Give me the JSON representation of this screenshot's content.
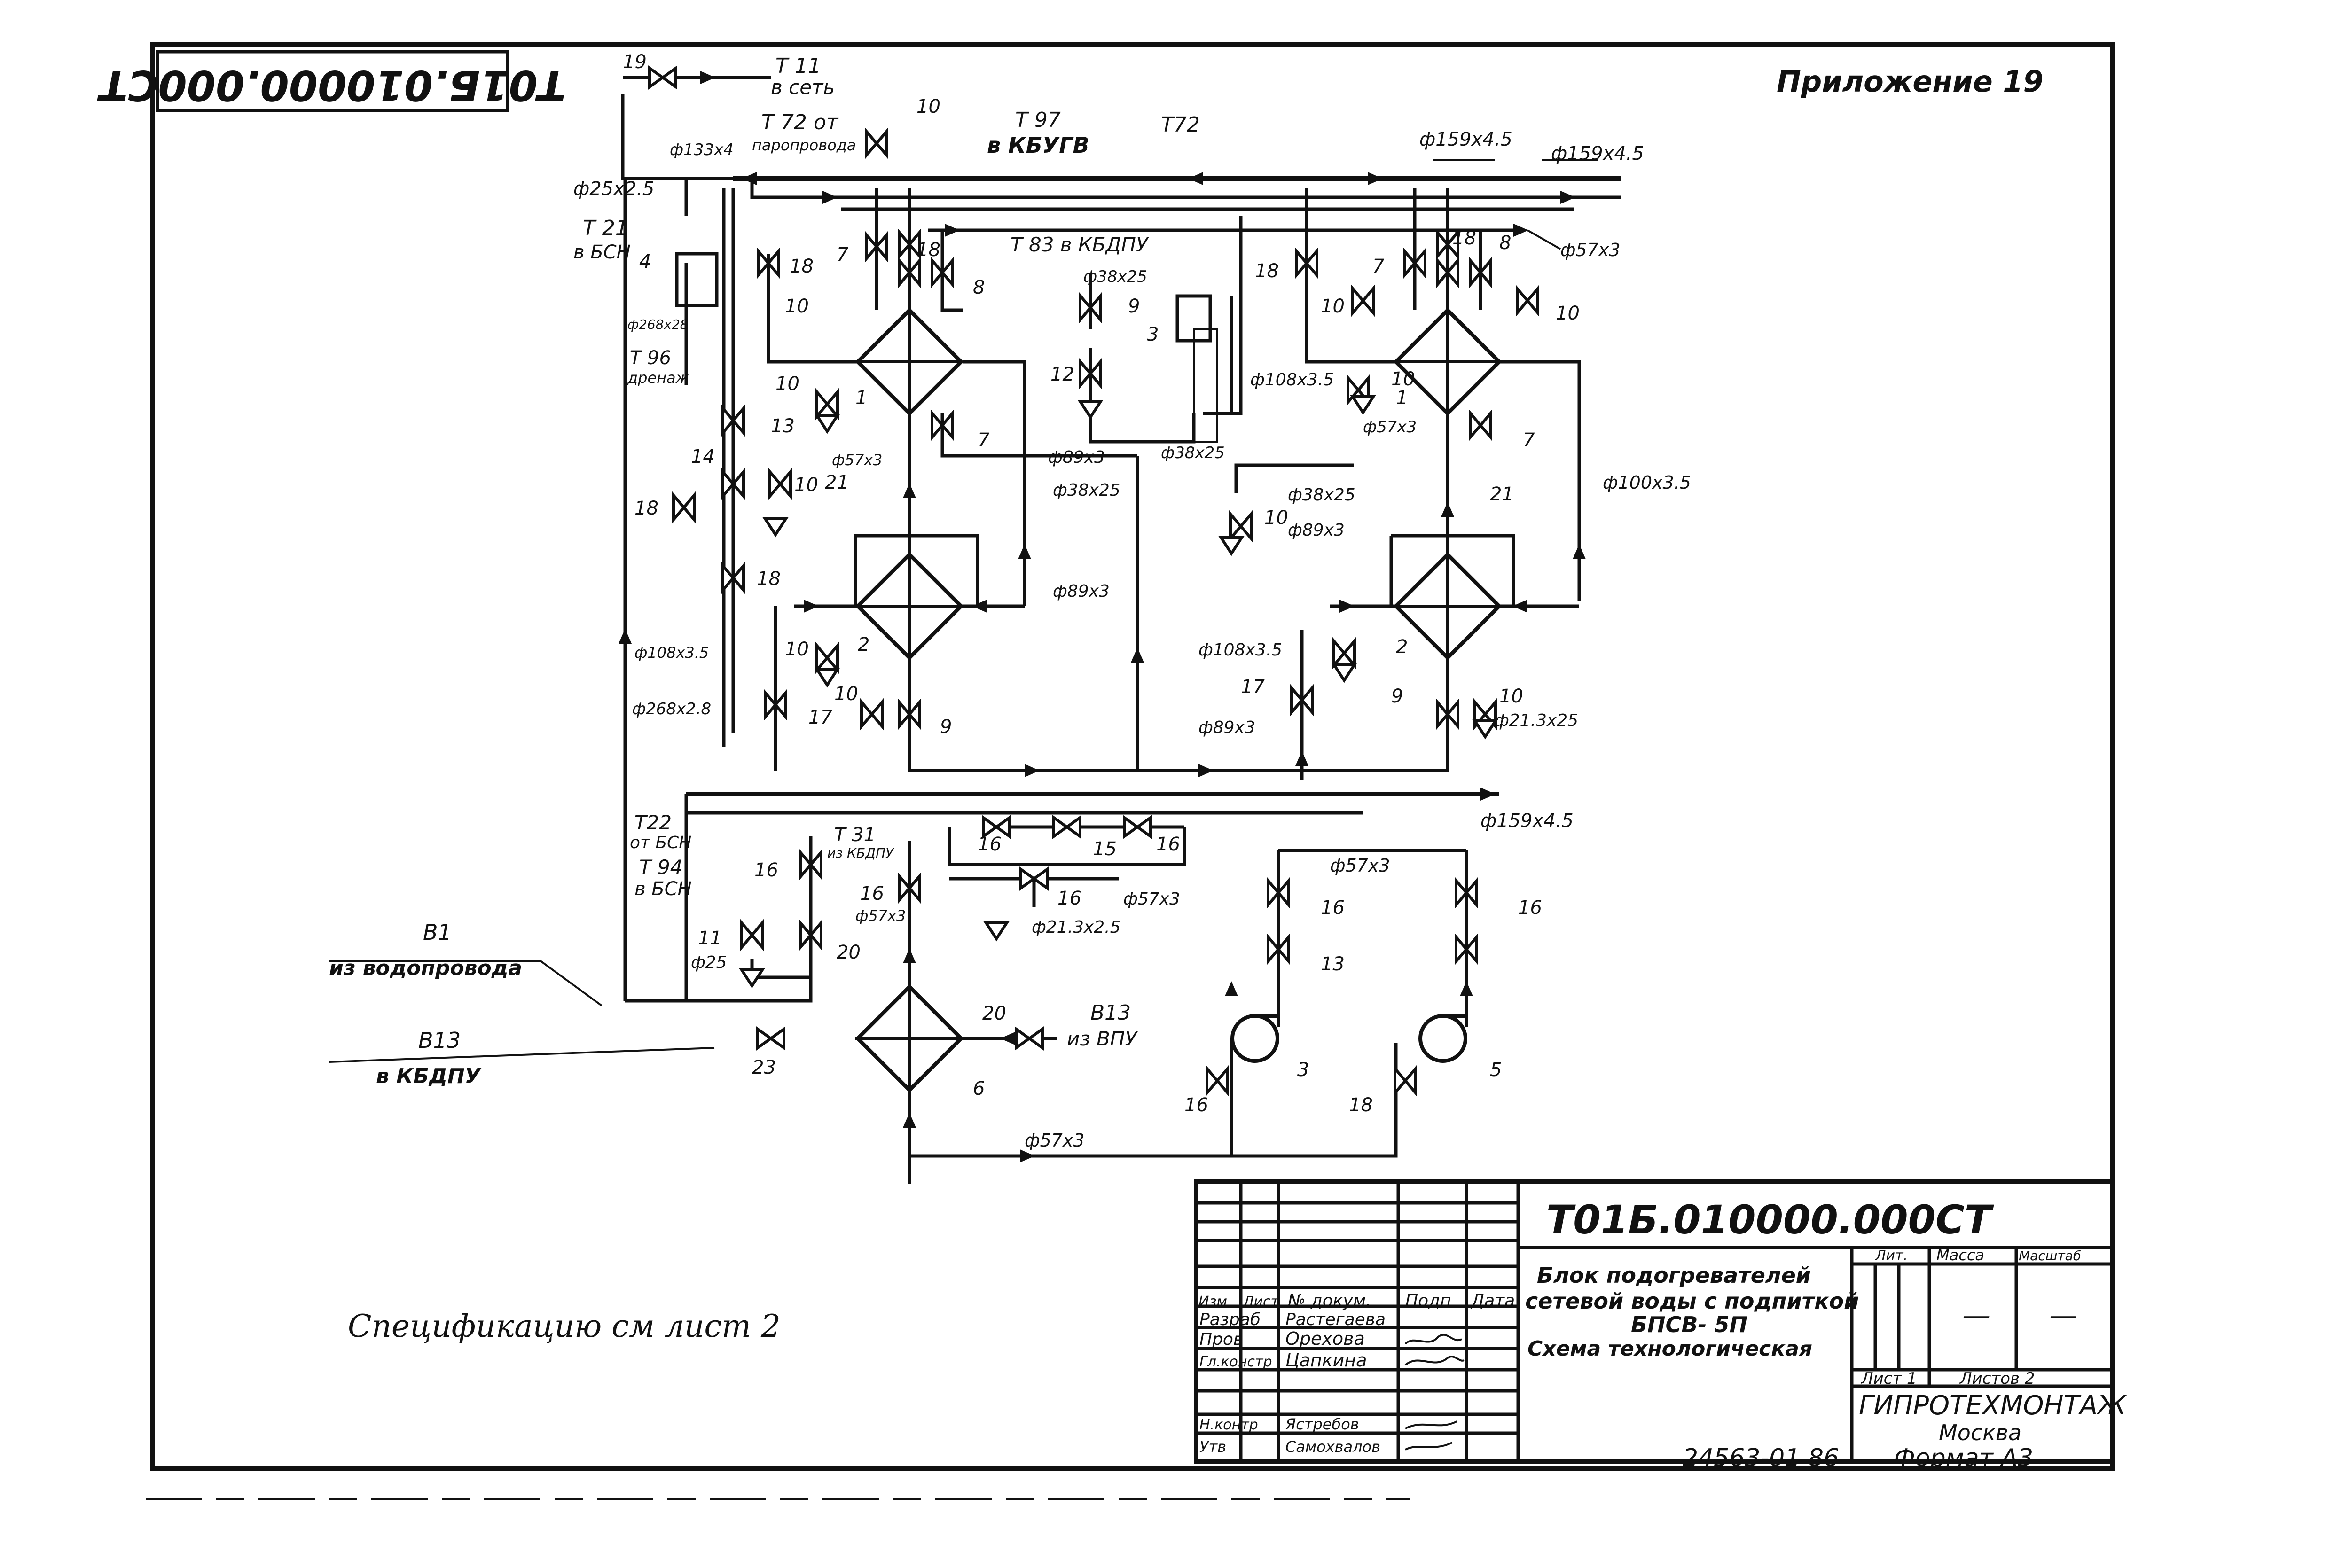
{
  "stamp": "Т01Б.010000.000СТ",
  "appendix": "Приложение 19",
  "doc_code": "Т01Б.010000.000СТ",
  "title_block": {
    "title_lines": [
      "Блок подогревателей",
      "сетевой воды с подпиткой",
      "БПСВ- 5П",
      "Схема технологическая"
    ],
    "lit_label": "Лит.",
    "mass_label": "Масса",
    "scale_label": "Масштаб",
    "mass_value": "—",
    "scale_value": "—",
    "sheet_label": "Лист 1",
    "sheets_label": "Листов 2",
    "org": "ГИПРОТЕХМОНТАЖ",
    "city": "Москва",
    "header": [
      "Изм",
      "Лист",
      "№ докум.",
      "Подп",
      "Дата"
    ],
    "roles": [
      {
        "role": "Разраб",
        "name": "Растегаева"
      },
      {
        "role": "Пров",
        "name": "Орехова"
      },
      {
        "role": "Гл.констр",
        "name": "Цапкина"
      },
      {
        "role": "Н.контр",
        "name": "Ястребов"
      },
      {
        "role": "Утв",
        "name": "Самохвалов"
      }
    ]
  },
  "footer": {
    "number": "24563-01 86",
    "format": "Формат А3"
  },
  "note": "Спецификацию см лист 2",
  "pipes": {
    "t11": "Т 11",
    "t11_sub": "в сеть",
    "t72_from": "Т 72 от",
    "t72_from_sub": "паропровода",
    "t97": "Т 97",
    "t97_sub": "в КБУГВ",
    "t72": "Т72",
    "t83": "Т 83 в КБДПУ",
    "t21": "Т 21",
    "t21_sub": "в БСН",
    "t96": "Т 96",
    "t96_sub": "дренаж",
    "t22": "Т22",
    "t22_sub": "от БСН",
    "t94": "Т 94",
    "t94_sub": "в БСН",
    "t31": "Т 31",
    "t31_sub": "из КБДПУ",
    "b1": "В1",
    "b1_sub": "из водопровода",
    "b13_out": "В13",
    "b13_out_sub": "в КБДПУ",
    "b13_in": "В13",
    "b13_in_sub": "из ВПУ"
  },
  "dims": {
    "d159_a": "ф159х4.5",
    "d159_b": "ф159х4.5",
    "d159_c": "ф159х4.5",
    "d133": "ф133х4",
    "d25x25": "ф25х2.5",
    "d57_a": "ф57х3",
    "d57_b": "ф57х3",
    "d57_c": "ф57х3",
    "d57_d": "ф57х3",
    "d57_e": "ф57х3",
    "d57_f": "ф57х3",
    "d57_g": "ф57х3",
    "d38_a": "ф38х25",
    "d38_b": "ф38х25",
    "d38_c": "ф38х25",
    "d38_d": "ф38х25",
    "d108_a": "ф108х3.5",
    "d108_b": "ф108х3.5",
    "d108_c": "ф108х3.5",
    "d268_a": "ф268х28",
    "d268_b": "ф268х2.8",
    "d89_a": "ф89х3",
    "d89_b": "ф89х3",
    "d89_c": "ф89х3",
    "d89_d": "ф89х3",
    "d100": "ф100х3.5",
    "d21_a": "ф21.3х25",
    "d21_b": "ф21.3х2.5",
    "d25": "ф25"
  },
  "items": {
    "n1a": "1",
    "n1b": "1",
    "n2a": "2",
    "n2b": "2",
    "n3a": "3",
    "n3b": "3",
    "n4": "4",
    "n5": "5",
    "n6": "6",
    "n7a": "7",
    "n7b": "7",
    "n7c": "7",
    "n7d": "7",
    "n8a": "8",
    "n8b": "8",
    "n9a": "9",
    "n9b": "9",
    "n9c": "9",
    "n10a": "10",
    "n10b": "10",
    "n10c": "10",
    "n10d": "10",
    "n10e": "10",
    "n10f": "10",
    "n10g": "10",
    "n10h": "10",
    "n10i": "10",
    "n10j": "10",
    "n10k": "10",
    "n11": "11",
    "n12": "12",
    "n13a": "13",
    "n13b": "13",
    "n14": "14",
    "n15": "15",
    "n16a": "16",
    "n16b": "16",
    "n16c": "16",
    "n16d": "16",
    "n16e": "16",
    "n16f": "16",
    "n16g": "16",
    "n16h": "16",
    "n17a": "17",
    "n17b": "17",
    "n18a": "18",
    "n18b": "18",
    "n18c": "18",
    "n18d": "18",
    "n18e": "18",
    "n18f": "18",
    "n18g": "18",
    "n19": "19",
    "n20a": "20",
    "n20b": "20",
    "n21a": "21",
    "n21b": "21",
    "n23": "23"
  }
}
